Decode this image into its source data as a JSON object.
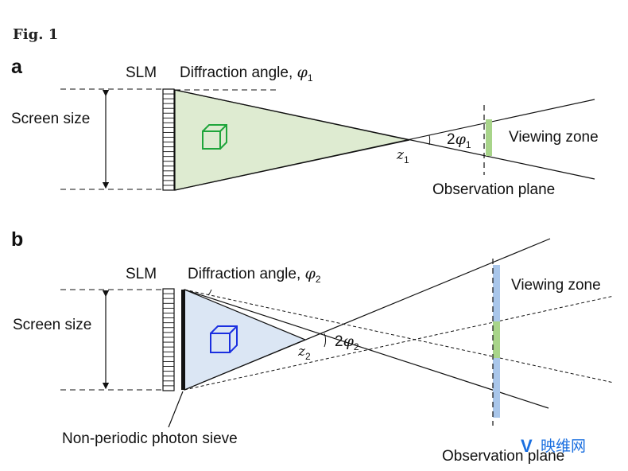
{
  "figure": {
    "label": "Fig. 1"
  },
  "panel_a": {
    "letter": "a",
    "slm": "SLM",
    "diffraction_angle": "Diffraction angle,",
    "phi": "φ",
    "phi_sub": "1",
    "screen_size": "Screen size",
    "z": "z",
    "z_sub": "1",
    "two_phi_prefix": "2",
    "two_phi_sym": "φ",
    "two_phi_sub": "1",
    "viewing_zone": "Viewing zone",
    "observation_plane": "Observation plane",
    "colors": {
      "fill": "#deebd1",
      "cube": "#1fa53b",
      "zone": "#a8d48a"
    }
  },
  "panel_b": {
    "letter": "b",
    "slm": "SLM",
    "diffraction_angle": "Diffraction angle,",
    "phi": "φ",
    "phi_sub": "2",
    "screen_size": "Screen size",
    "z": "z",
    "z_sub": "2",
    "two_phi_prefix": "2",
    "two_phi_sym": "φ",
    "two_phi_sub": "2",
    "viewing_zone": "Viewing zone",
    "observation_plane": "Observation plane",
    "sieve_label": "Non-periodic photon sieve",
    "colors": {
      "fill": "#dbe6f4",
      "cube": "#1a2fe0",
      "zone_blue": "#a9c6ea",
      "zone_green": "#a8d48a"
    }
  },
  "watermark": {
    "text": "映维网",
    "logo": "V"
  }
}
